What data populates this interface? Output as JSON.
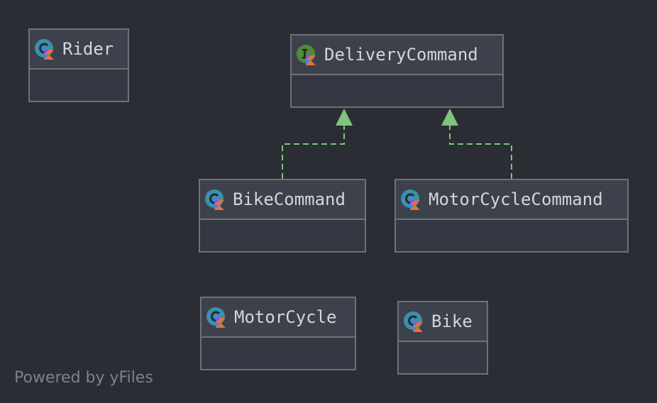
{
  "diagram": {
    "nodes": {
      "rider": {
        "name": "Rider",
        "kind": "class"
      },
      "delivery_command": {
        "name": "DeliveryCommand",
        "kind": "interface"
      },
      "bike_command": {
        "name": "BikeCommand",
        "kind": "class"
      },
      "motorcycle_command": {
        "name": "MotorCycleCommand",
        "kind": "class"
      },
      "motorcycle": {
        "name": "MotorCycle",
        "kind": "class"
      },
      "bike": {
        "name": "Bike",
        "kind": "class"
      }
    },
    "edges": [
      {
        "from": "BikeCommand",
        "to": "DeliveryCommand",
        "type": "implements"
      },
      {
        "from": "MotorCycleCommand",
        "to": "DeliveryCommand",
        "type": "implements"
      }
    ]
  },
  "footer": {
    "text": "Powered by yFiles"
  },
  "colors": {
    "background": "#2b2d34",
    "class_icon": "#3b8fb0",
    "interface_icon": "#4e8a3c",
    "edge": "#7fc47a"
  }
}
